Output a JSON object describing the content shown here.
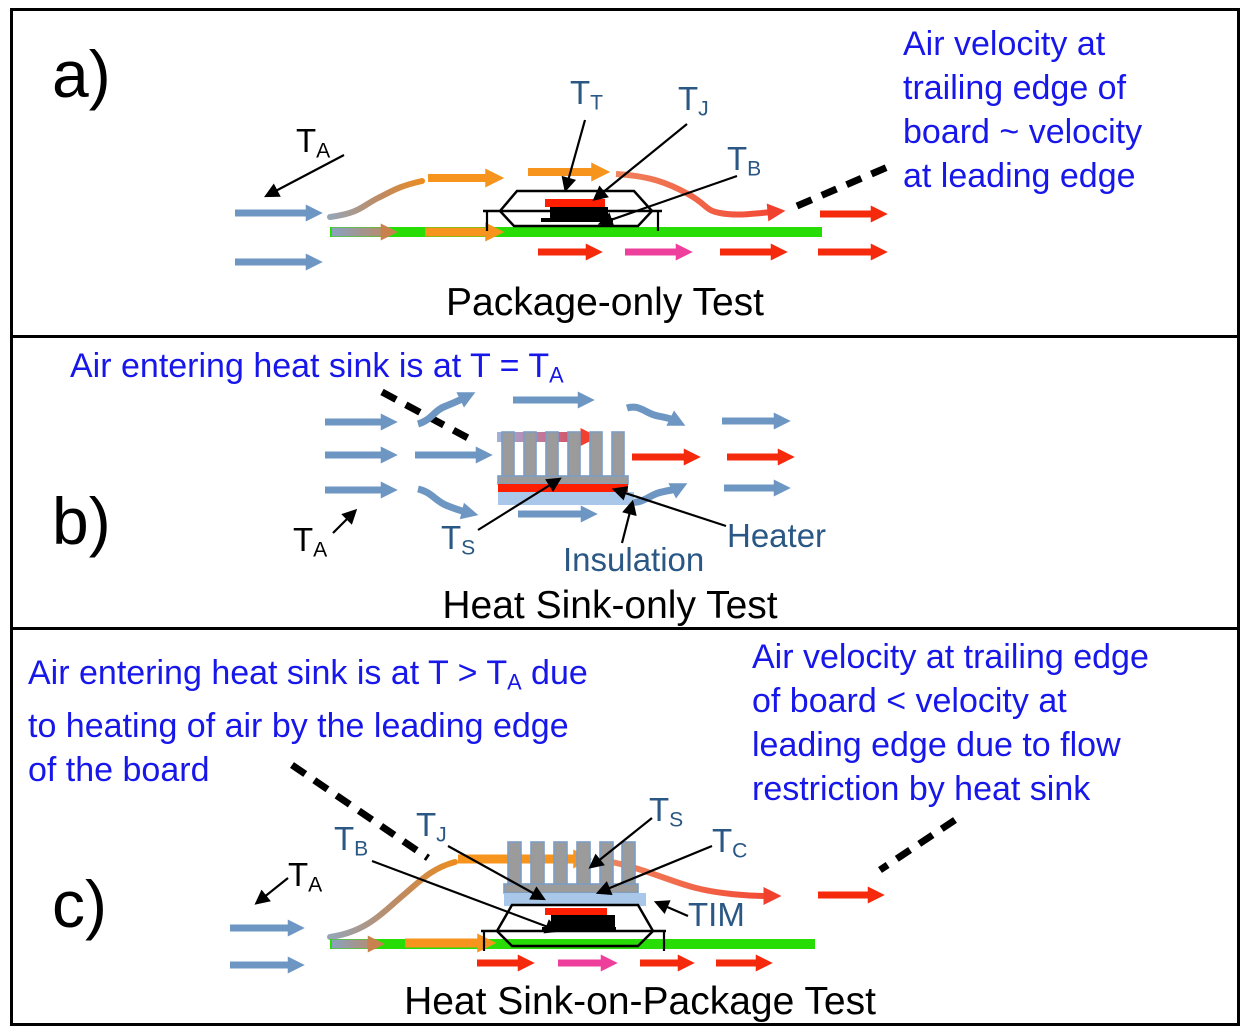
{
  "figure": {
    "type": "thermal-test-configurations-diagram",
    "colors": {
      "annotation_blue": "#1717EA",
      "temp_label_blue": "#2A5784",
      "flow_arrow_blue": "#6E96C3",
      "flow_arrow_red": "#F5290B",
      "flow_arrow_pink": "#EE3F9D",
      "flow_arrow_orange": "#F7941E",
      "flow_arrow_tan": "#C9824E",
      "board_green": "#28DC05",
      "heater_red": "#FF1E00",
      "insulation_tim_blue": "#A9C7E9",
      "fin_gray": "#9B9B9B",
      "fin_outline_blue": "#7C9CC4",
      "die_black": "#000000"
    }
  },
  "panel_a": {
    "letter": "a)",
    "caption": "Package-only Test",
    "annotation_lines": [
      "Air velocity at",
      "trailing edge of",
      "board ~ velocity",
      "at leading edge"
    ],
    "labels": {
      "ta": {
        "main": "T",
        "sub": "A"
      },
      "tt": {
        "main": "T",
        "sub": "T"
      },
      "tj": {
        "main": "T",
        "sub": "J"
      },
      "tb": {
        "main": "T",
        "sub": "B"
      }
    }
  },
  "panel_b": {
    "letter": "b)",
    "caption": "Heat Sink-only Test",
    "annotation": {
      "pre": "Air entering heat sink is at T = T",
      "sub": "A",
      "post": ""
    },
    "labels": {
      "ta": {
        "main": "T",
        "sub": "A"
      },
      "ts": {
        "main": "T",
        "sub": "S"
      },
      "insulation": "Insulation",
      "heater": "Heater"
    }
  },
  "panel_c": {
    "letter": "c)",
    "caption": "Heat Sink-on-Package Test",
    "annotation_left": {
      "line1_pre": "Air entering heat sink is at T > T",
      "line1_sub": "A",
      "line1_post": " due",
      "line2": "to heating of air by the leading edge",
      "line3": "of the board"
    },
    "annotation_right_lines": [
      "Air velocity at trailing edge",
      "of board < velocity at",
      "leading edge due to flow",
      "restriction by heat sink"
    ],
    "labels": {
      "ta": {
        "main": "T",
        "sub": "A"
      },
      "tb": {
        "main": "T",
        "sub": "B"
      },
      "tj": {
        "main": "T",
        "sub": "J"
      },
      "ts": {
        "main": "T",
        "sub": "S"
      },
      "tc": {
        "main": "T",
        "sub": "C"
      },
      "tim": "TIM"
    }
  }
}
